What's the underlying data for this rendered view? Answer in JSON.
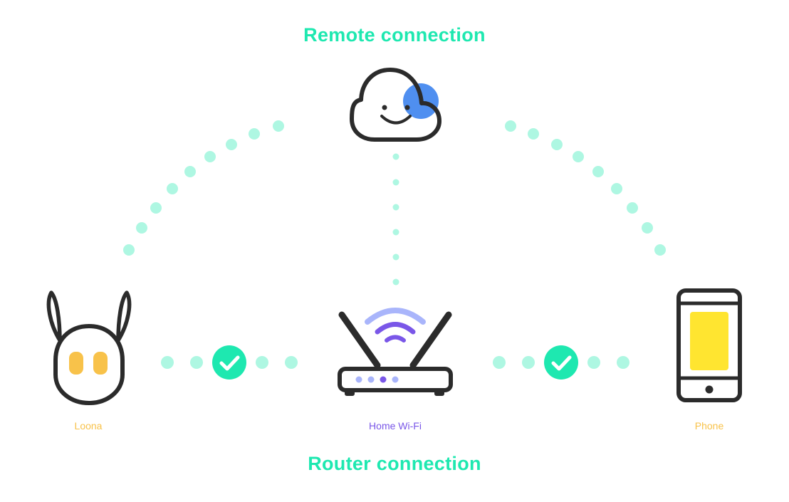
{
  "titles": {
    "remote": "Remote connection",
    "router": "Router connection"
  },
  "nodes": {
    "loona": {
      "label": "Loona",
      "icon": "robot-icon"
    },
    "router": {
      "label": "Home Wi-Fi",
      "icon": "router-icon"
    },
    "phone": {
      "label": "Phone",
      "icon": "phone-icon"
    },
    "cloud": {
      "icon": "cloud-icon"
    }
  },
  "connections": {
    "loona_router": {
      "status": "connected",
      "icon": "check-icon"
    },
    "router_phone": {
      "status": "connected",
      "icon": "check-icon"
    }
  },
  "colors": {
    "title": "#1ee8b0",
    "dots": "#aef7e2",
    "check": "#1ee8b0",
    "loona_label": "#f8c24a",
    "router_label": "#7a57e8",
    "phone_label": "#f8c24a",
    "outline": "#2b2b2b",
    "cloud_accent": "#4f8ff0",
    "loona_eyes": "#f8c24a",
    "phone_screen": "#ffe530",
    "wifi_outer": "#a9b5fb",
    "wifi_inner": "#7a57e8",
    "router_leds": "#a9b5fb"
  }
}
